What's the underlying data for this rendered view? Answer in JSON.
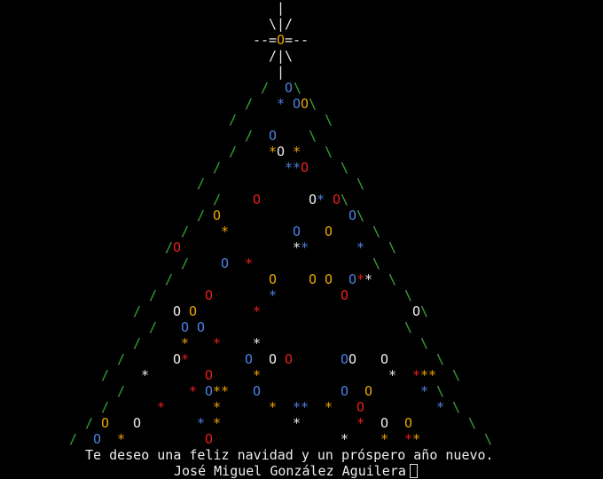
{
  "colors": {
    "background": "#000000",
    "text": "#e8e8e8",
    "green": "#3aa53a",
    "blue": "#4f7fe0",
    "red": "#e61e1e",
    "yellow": "#e8a400",
    "white": "#ececec"
  },
  "tree": {
    "star_lines": [
      "|",
      "\\|/",
      "--=O=--",
      "/|\\",
      "|"
    ],
    "star_center": "O",
    "ornament_glyphs": [
      "O",
      "*"
    ],
    "edge_glyphs": [
      "/",
      "\\"
    ]
  },
  "message": {
    "line1": "Te deseo una feliz navidad y un próspero año nuevo.",
    "line2": "José Miguel González Aguilera"
  },
  "cursor_icon": "block-cursor-icon"
}
